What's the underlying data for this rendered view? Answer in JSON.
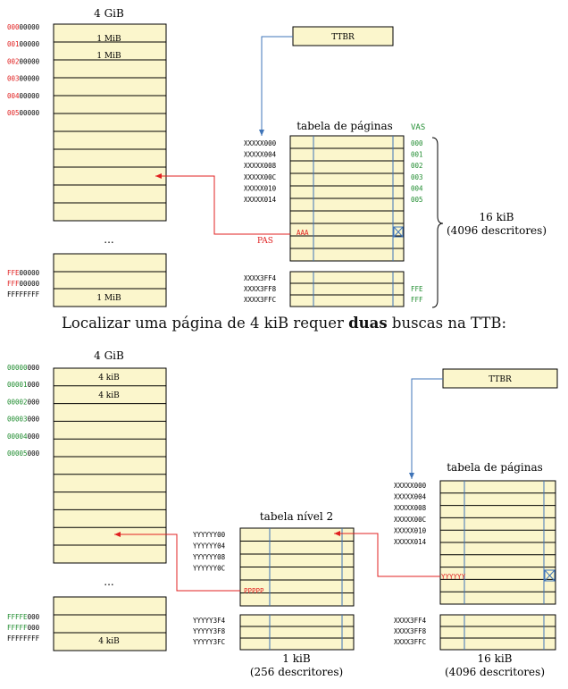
{
  "colors": {
    "cell_fill": "#fbf6cc",
    "stroke": "#000000",
    "blue": "#3f74b8",
    "red": "#e02020",
    "green": "#1f8c2f",
    "text": "#000000"
  },
  "caption": {
    "before": "Localizar uma página de 4 kiB requer ",
    "bold": "duas",
    "after": " buscas na TTB:"
  },
  "top": {
    "memory": {
      "title": "4 GiB",
      "addresses": [
        {
          "red": "000",
          "rest": "00000"
        },
        {
          "red": "001",
          "rest": "00000"
        },
        {
          "red": "002",
          "rest": "00000"
        },
        {
          "red": "003",
          "rest": "00000"
        },
        {
          "red": "004",
          "rest": "00000"
        },
        {
          "red": "005",
          "rest": "00000"
        }
      ],
      "block_labels": [
        "1 MiB",
        "1 MiB"
      ],
      "ellipsis": "...",
      "bottom_addresses": [
        {
          "red": "FFE",
          "rest": "00000"
        },
        {
          "red": "FFF",
          "rest": "00000"
        },
        {
          "red": "",
          "rest": "FFFFFFFF"
        }
      ],
      "bottom_block_label": "1 MiB"
    },
    "ttbr": "TTBR",
    "table": {
      "title": "tabela de páginas",
      "vas_header": "VAS",
      "addresses": [
        "XXXXX000",
        "XXXXX004",
        "XXXXX008",
        "XXXXX00C",
        "XXXXX010",
        "XXXXX014"
      ],
      "vas": [
        "000",
        "001",
        "002",
        "003",
        "004",
        "005"
      ],
      "pas_label": "PAS",
      "pas_value": "AAA",
      "bottom_addresses": [
        "XXXX3FF4",
        "XXXX3FF8",
        "XXXX3FFC"
      ],
      "bottom_vas": [
        "FFE",
        "FFF"
      ],
      "size_line1": "16 kiB",
      "size_line2": "(4096 descritores)"
    }
  },
  "bottom": {
    "memory": {
      "title": "4 GiB",
      "addresses": [
        {
          "green": "00000",
          "rest": "000"
        },
        {
          "green": "00001",
          "rest": "000"
        },
        {
          "green": "00002",
          "rest": "000"
        },
        {
          "green": "00003",
          "rest": "000"
        },
        {
          "green": "00004",
          "rest": "000"
        },
        {
          "green": "00005",
          "rest": "000"
        }
      ],
      "block_labels": [
        "4 kiB",
        "4 kiB"
      ],
      "ellipsis": "...",
      "bottom_addresses": [
        {
          "green": "FFFFE",
          "rest": "000"
        },
        {
          "green": "FFFFF",
          "rest": "000"
        },
        {
          "green": "",
          "rest": "FFFFFFFF"
        }
      ],
      "bottom_block_label": "4 kiB"
    },
    "level2": {
      "title": "tabela nível 2",
      "addresses": [
        "YYYYYY00",
        "YYYYYY04",
        "YYYYYY08",
        "YYYYYY0C"
      ],
      "value": "PPPPP",
      "bottom_addresses": [
        "YYYYY3F4",
        "YYYYY3F8",
        "YYYYY3FC"
      ],
      "size_line1": "1 kiB",
      "size_line2": "(256 descritores)"
    },
    "ttbr": "TTBR",
    "table": {
      "title": "tabela de páginas",
      "addresses": [
        "XXXXX000",
        "XXXXX004",
        "XXXXX008",
        "XXXXX00C",
        "XXXXX010",
        "XXXXX014"
      ],
      "value": "YYYYYY",
      "bottom_addresses": [
        "XXXX3FF4",
        "XXXX3FF8",
        "XXXX3FFC"
      ],
      "size_line1": "16 kiB",
      "size_line2": "(4096 descritores)"
    }
  }
}
